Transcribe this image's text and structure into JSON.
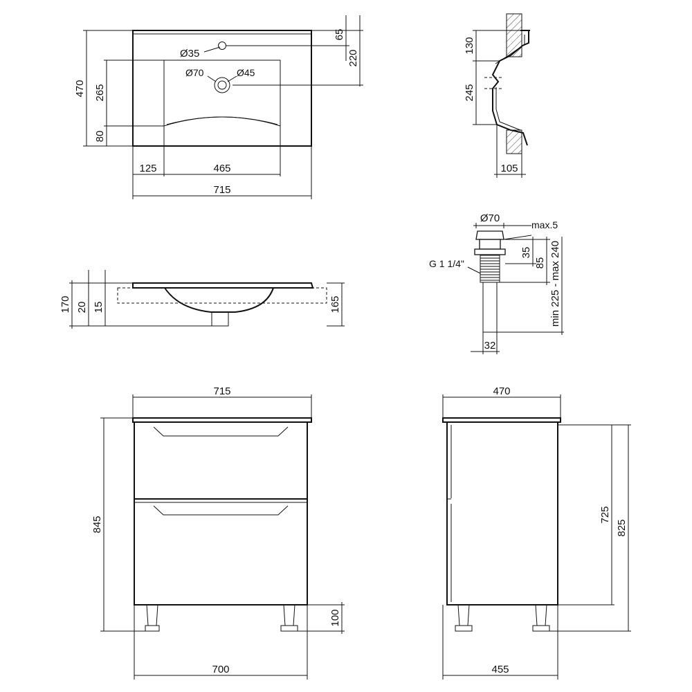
{
  "sink_top": {
    "d_tap": "Ø35",
    "d_70": "Ø70",
    "d_45": "Ø45",
    "h_65": "65",
    "h_220": "220",
    "h_470": "470",
    "h_265": "265",
    "h_80": "80",
    "w_125": "125",
    "w_465": "465",
    "w_715": "715"
  },
  "sink_section": {
    "h_130": "130",
    "h_245": "245",
    "w_105": "105"
  },
  "sink_side": {
    "h_170": "170",
    "h_20": "20",
    "h_15": "15",
    "h_165": "165"
  },
  "drain": {
    "d_70": "Ø70",
    "max5": "max.5",
    "h_35": "35",
    "h_85": "85",
    "range": "min 225 - max 240",
    "thread": "G 1 1/4\"",
    "w_32": "32"
  },
  "cabinet_front": {
    "w_top": "715",
    "h_845": "845",
    "h_100": "100",
    "w_bottom": "700"
  },
  "cabinet_side": {
    "w_top": "470",
    "h_725": "725",
    "h_825": "825",
    "w_bottom": "455"
  }
}
